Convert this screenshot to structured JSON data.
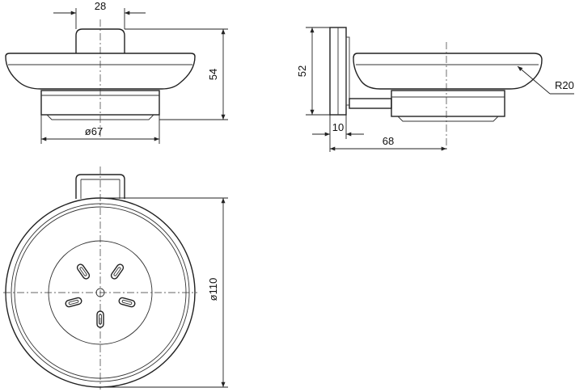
{
  "dimensions": {
    "holder_width": "28",
    "total_height": "54",
    "base_diameter": "ø67",
    "side_height": "52",
    "radius": "R20",
    "plate_thickness": "10",
    "projection": "68",
    "dish_diameter": "ø110"
  },
  "colors": {
    "line": "#222222",
    "background": "#ffffff"
  }
}
